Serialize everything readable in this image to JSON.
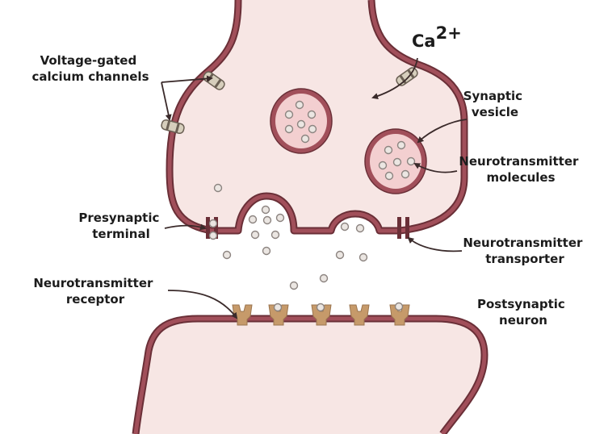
{
  "colors": {
    "membrane": "#a14f5a",
    "membrane_edge": "#6a2f37",
    "cytoplasm": "#f7e6e4",
    "vesicle_fill": "#f3cfd0",
    "molecule_fill": "#ebe6e2",
    "molecule_edge": "#8c8480",
    "receptor": "#c69a6a",
    "channel": "#d6cebc",
    "channel_dark": "#6b6054",
    "arrow": "#3a2a2a",
    "text": "#1c1c1c"
  },
  "labels": {
    "calcium_ion": "Ca",
    "calcium_charge": "2+",
    "vgcc_line1": "Voltage-gated",
    "vgcc_line2": "calcium channels",
    "vesicle_line1": "Synaptic",
    "vesicle_line2": "vesicle",
    "molecules_line1": "Neurotransmitter",
    "molecules_line2": "molecules",
    "presynaptic_line1": "Presynaptic",
    "presynaptic_line2": "terminal",
    "transporter_line1": "Neurotransmitter",
    "transporter_line2": "transporter",
    "receptor_line1": "Neurotransmitter",
    "receptor_line2": "receptor",
    "postsynaptic_line1": "Postsynaptic",
    "postsynaptic_line2": "neuron"
  }
}
